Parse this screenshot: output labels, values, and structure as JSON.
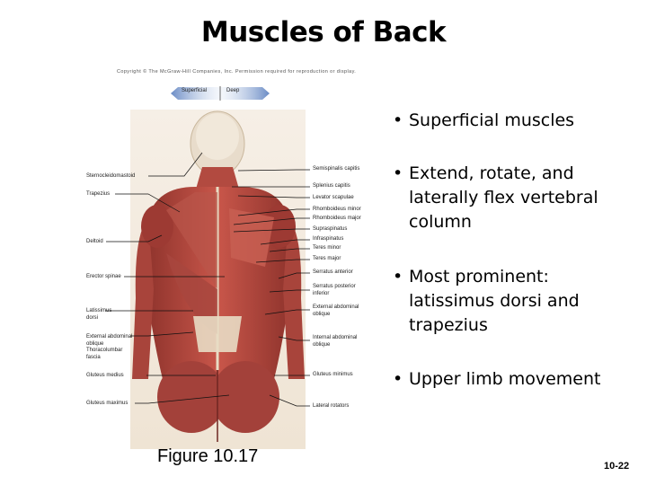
{
  "title": "Muscles of Back",
  "copyright": "Copyright © The McGraw-Hill Companies, Inc. Permission required for reproduction or display.",
  "toggle": {
    "left": "Superficial",
    "right": "Deep"
  },
  "labels_left": {
    "sternocleidomastoid": "Sternocleidomastoid",
    "trapezius": "Trapezius",
    "deltoid": "Deltoid",
    "erector_spinae": "Erector spinae",
    "latissimus_dorsi": [
      "Latissimus",
      "dorsi"
    ],
    "external_oblique": [
      "External abdominal",
      "oblique"
    ],
    "thoracolumbar": [
      "Thoracolumbar",
      "fascia"
    ],
    "gluteus_medius": "Gluteus medius",
    "gluteus_maximus": "Gluteus maximus"
  },
  "labels_right": {
    "semispinalis": "Semispinalis capitis",
    "splenius": "Splenius capitis",
    "levator": "Levator scapulae",
    "rhomboideus_minor": "Rhomboideus minor",
    "rhomboideus_major": "Rhomboideus major",
    "supraspinatus": "Supraspinatus",
    "infraspinatus": "Infraspinatus",
    "teres_minor": "Teres minor",
    "teres_major": "Teres major",
    "serratus_anterior": "Serratus anterior",
    "serratus_posterior": [
      "Serratus posterior",
      "inferior"
    ],
    "external_oblique_r": [
      "External abdominal",
      "oblique"
    ],
    "internal_oblique": [
      "Internal abdominal",
      "oblique"
    ],
    "gluteus_minimus": "Gluteus minimus",
    "lateral_rotators": "Lateral rotators"
  },
  "bullets": [
    {
      "lines": [
        "Superficial muscles"
      ]
    },
    {
      "lines": [
        "Extend, rotate, and",
        "laterally flex vertebral",
        "column"
      ]
    },
    {
      "lines": [
        "Most prominent:",
        "latissimus dorsi and",
        "trapezius"
      ]
    },
    {
      "lines": [
        "Upper limb movement"
      ]
    }
  ],
  "bullet_char": "•",
  "figure_caption": "Figure 10.17",
  "slide_number": "10-22",
  "colors": {
    "muscle": "#b5473f",
    "muscle_dark": "#7a2a25",
    "skin": "#e9c8a6",
    "bone": "#e4dcc8",
    "tendon": "#e8dcc4"
  }
}
